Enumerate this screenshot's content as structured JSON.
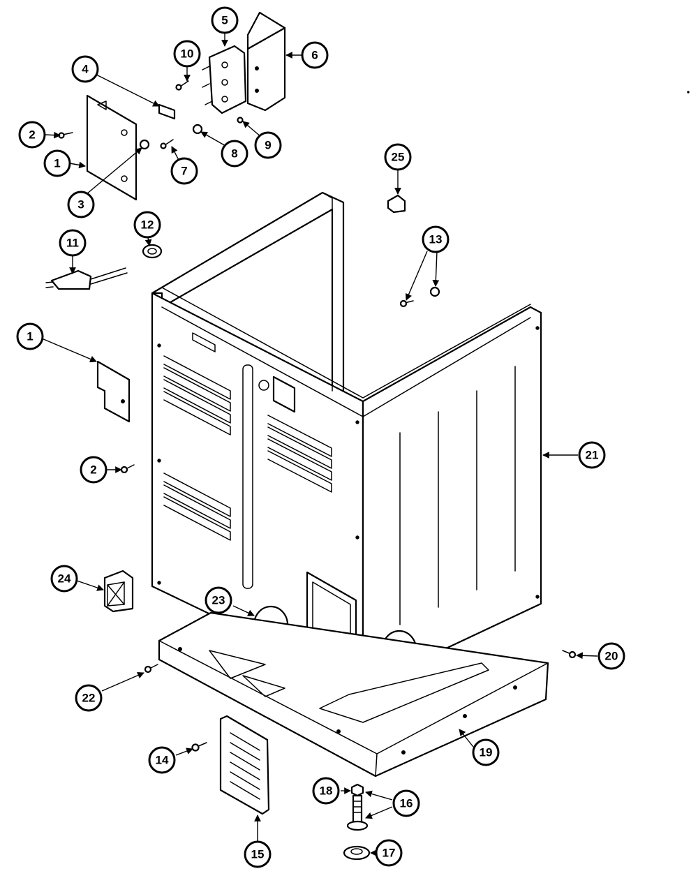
{
  "callouts": [
    {
      "id": "1a",
      "label": "1"
    },
    {
      "id": "1b",
      "label": "1"
    },
    {
      "id": "2a",
      "label": "2"
    },
    {
      "id": "2b",
      "label": "2"
    },
    {
      "id": "3",
      "label": "3"
    },
    {
      "id": "4",
      "label": "4"
    },
    {
      "id": "5",
      "label": "5"
    },
    {
      "id": "6",
      "label": "6"
    },
    {
      "id": "7",
      "label": "7"
    },
    {
      "id": "8",
      "label": "8"
    },
    {
      "id": "9",
      "label": "9"
    },
    {
      "id": "10",
      "label": "10"
    },
    {
      "id": "11",
      "label": "11"
    },
    {
      "id": "12",
      "label": "12"
    },
    {
      "id": "13",
      "label": "13"
    },
    {
      "id": "14",
      "label": "14"
    },
    {
      "id": "15",
      "label": "15"
    },
    {
      "id": "16",
      "label": "16"
    },
    {
      "id": "17",
      "label": "17"
    },
    {
      "id": "18",
      "label": "18"
    },
    {
      "id": "19",
      "label": "19"
    },
    {
      "id": "20",
      "label": "20"
    },
    {
      "id": "21",
      "label": "21"
    },
    {
      "id": "22",
      "label": "22"
    },
    {
      "id": "23",
      "label": "23"
    },
    {
      "id": "24",
      "label": "24"
    },
    {
      "id": "25",
      "label": "25"
    }
  ]
}
